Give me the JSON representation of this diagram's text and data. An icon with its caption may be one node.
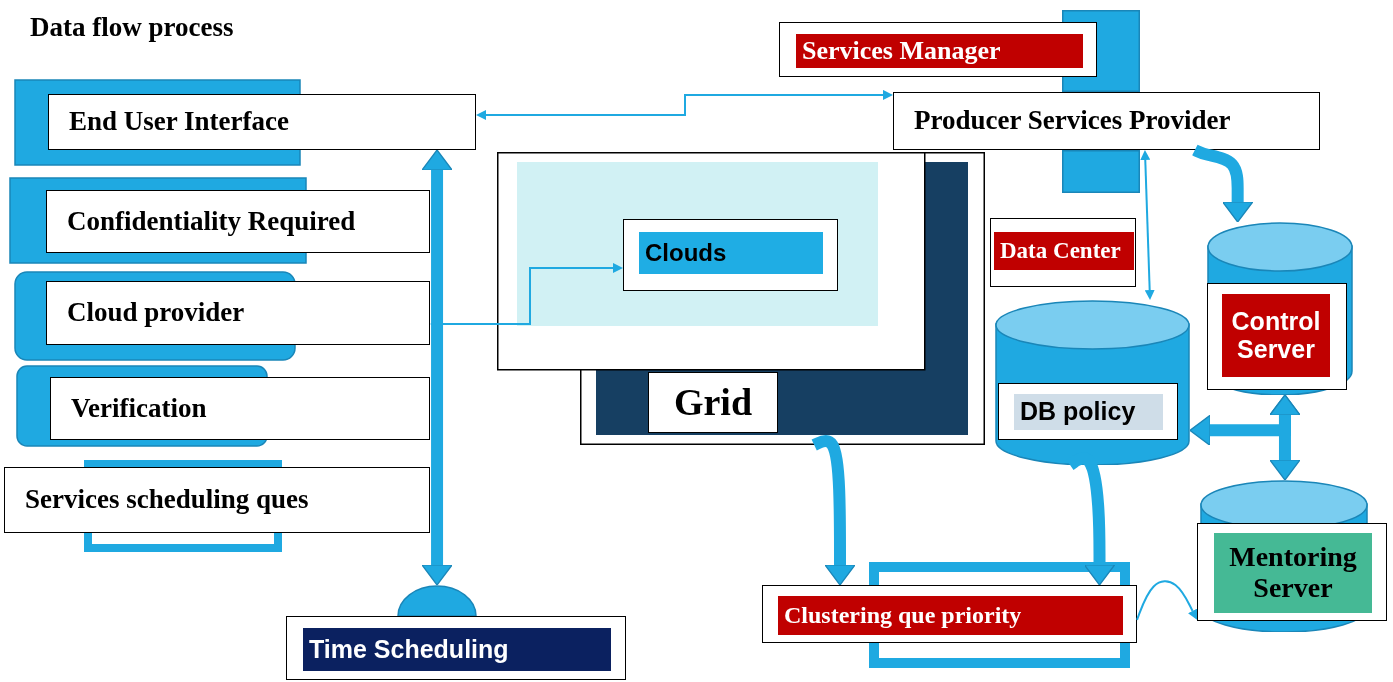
{
  "diagram": {
    "title": "Data flow process",
    "nodes": [
      {
        "text": [
          "End User Interface"
        ]
      },
      {
        "text": [
          "Confidentiality Required"
        ]
      },
      {
        "text": [
          "Cloud provider"
        ]
      },
      {
        "text": [
          "Verification"
        ]
      },
      {
        "text": [
          "Services scheduling ques"
        ]
      },
      {
        "text": [
          "Time Scheduling"
        ]
      },
      {
        "text": [],
        "shape": "box"
      },
      {
        "text": [
          "Grid"
        ],
        "in": 6
      },
      {
        "text": [
          "Clouds"
        ],
        "in": 6
      },
      {
        "text": [
          "Services Manager"
        ]
      },
      {
        "text": [
          "Producer Services Provider"
        ]
      },
      {
        "text": [
          "Data Center"
        ]
      },
      {
        "text": [
          "DB policy"
        ]
      },
      {
        "text": [
          "Control Server"
        ]
      },
      {
        "text": [
          "Mentoring Server"
        ]
      },
      {
        "text": [
          "Clustering que priority"
        ]
      },
      {
        "text": [],
        "shape": "box"
      },
      {
        "text": [],
        "shape": "box"
      }
    ],
    "edges": [
      {
        "from": 0,
        "to": 10,
        "arrow": "both"
      },
      {
        "from": 2,
        "to": 8,
        "arrow": "both"
      },
      {
        "from": 0,
        "to": 5,
        "arrow": "both"
      },
      {
        "from": 10,
        "to": 12,
        "arrow": "both"
      },
      {
        "from": 10,
        "to": 13,
        "arrow": "to"
      },
      {
        "from": 6,
        "to": 15,
        "arrow": "to"
      },
      {
        "from": 12,
        "to": 15,
        "arrow": "to"
      },
      {
        "from": 12,
        "to": 13,
        "arrow": "both"
      },
      {
        "from": 13,
        "to": 14,
        "arrow": "both"
      },
      {
        "from": 15,
        "to": 14,
        "arrow": "to"
      }
    ]
  }
}
